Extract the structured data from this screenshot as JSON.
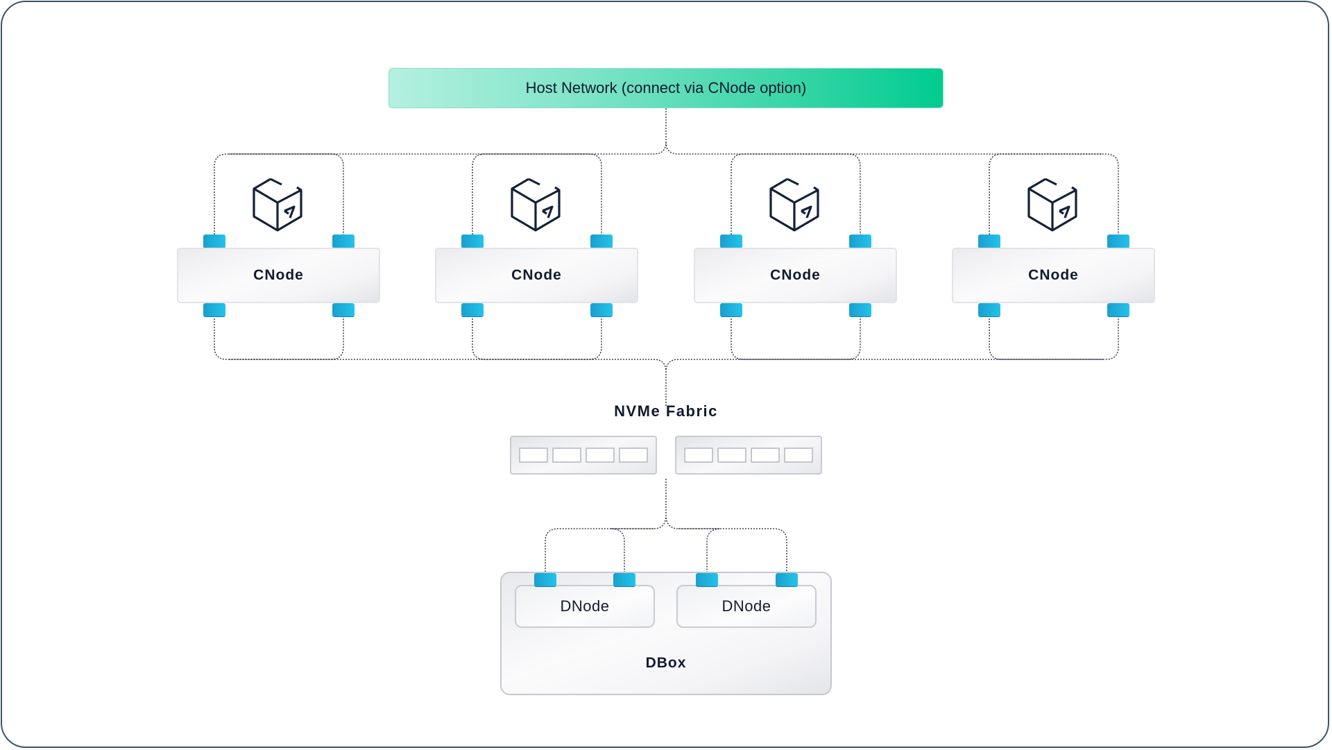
{
  "diagram": {
    "host_network": {
      "label": "Host Network (connect via CNode option)",
      "gradient": [
        "#b4f0e0",
        "#00cc8f"
      ]
    },
    "cnodes": [
      {
        "label": "CNode",
        "icon": "cube-icon"
      },
      {
        "label": "CNode",
        "icon": "cube-icon"
      },
      {
        "label": "CNode",
        "icon": "cube-icon"
      },
      {
        "label": "CNode",
        "icon": "cube-icon"
      }
    ],
    "fabric": {
      "label": "NVMe Fabric",
      "switches": [
        {
          "slots": 4
        },
        {
          "slots": 4
        }
      ]
    },
    "dbox": {
      "label": "DBox",
      "dnodes": [
        {
          "label": "DNode"
        },
        {
          "label": "DNode"
        }
      ]
    },
    "colors": {
      "port": "#22c3ea",
      "text": "#121a2e",
      "frame": "#3a5568",
      "wire": "#1a1f2e"
    }
  }
}
